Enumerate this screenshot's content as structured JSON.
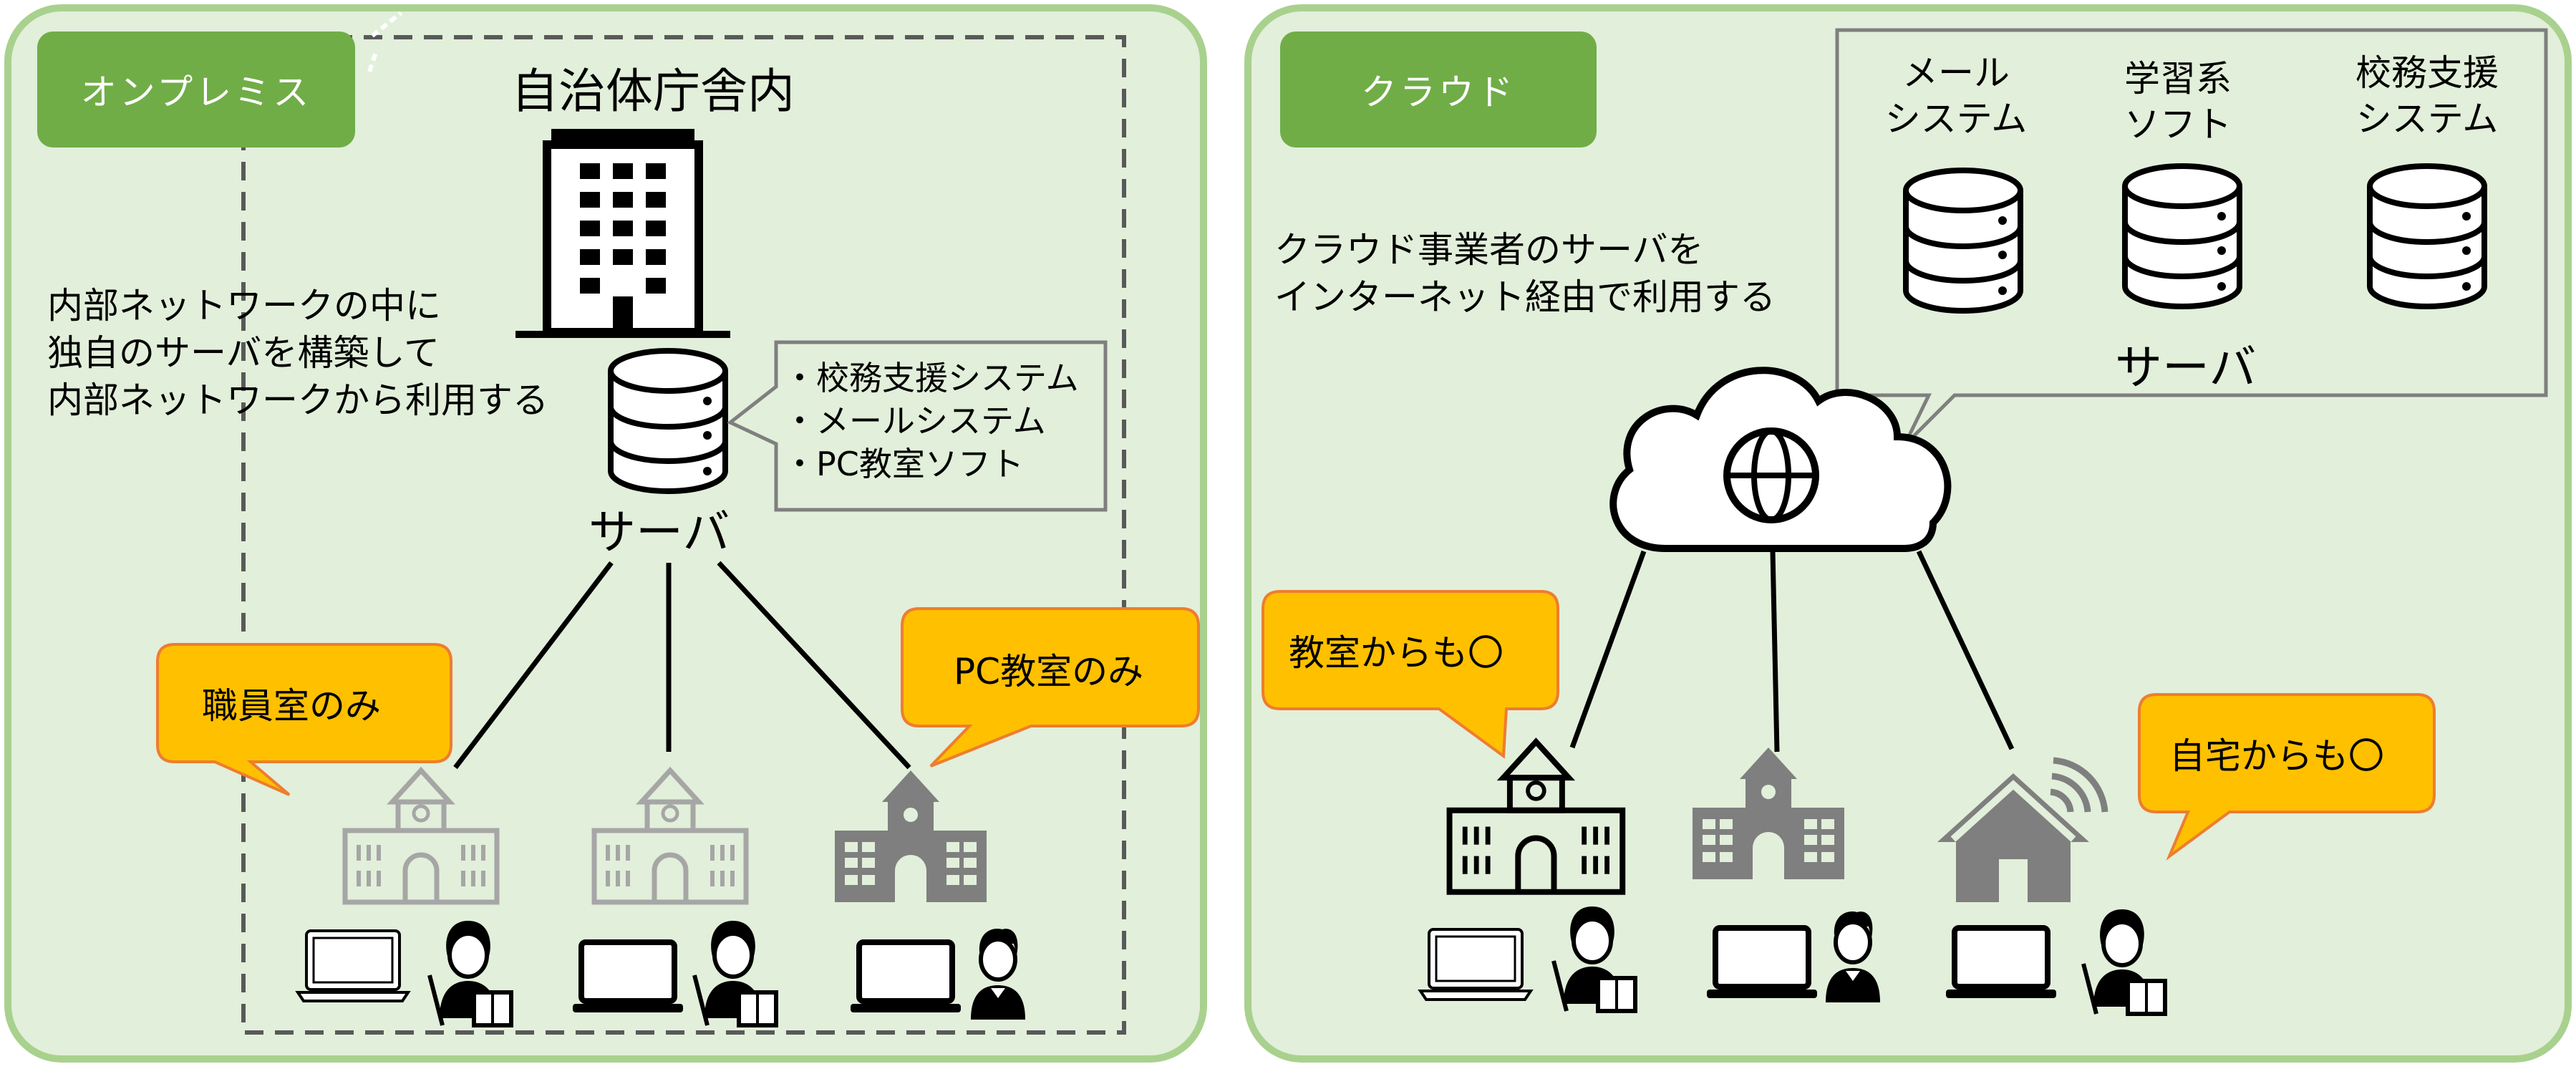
{
  "left": {
    "tag": "オンプレミス",
    "title": "自治体庁舎内",
    "description": [
      "内部ネットワークの中に",
      "独自のサーバを構築して",
      "内部ネットワークから利用する"
    ],
    "server_label": "サーバ",
    "systems": [
      "・校務支援システム",
      "・メールシステム",
      "・PC教室ソフト"
    ],
    "bubble_staff": "職員室のみ",
    "bubble_pc": "PC教室のみ"
  },
  "right": {
    "tag": "クラウド",
    "description": [
      "クラウド事業者のサーバを",
      "インターネット経由で利用する"
    ],
    "services": [
      "メール\nシステム",
      "学習系\nソフト",
      "校務支援\nシステム"
    ],
    "server_label": "サーバ",
    "bubble_classroom": "教室からも〇",
    "bubble_home": "自宅からも〇"
  },
  "colors": {
    "panel_fill": "#e2efda",
    "panel_border": "#a9d18e",
    "tag_fill": "#70ad47",
    "bubble_fill": "#ffc000",
    "bubble_border": "#ed7d31",
    "gray_icon": "#7f7f7f",
    "light_gray_icon": "#a6a6a6"
  },
  "icons": [
    "building-icon",
    "database-icon",
    "cloud-globe-icon",
    "school-icon",
    "home-wifi-icon",
    "laptop-icon",
    "teacher-icon",
    "student-icon"
  ]
}
